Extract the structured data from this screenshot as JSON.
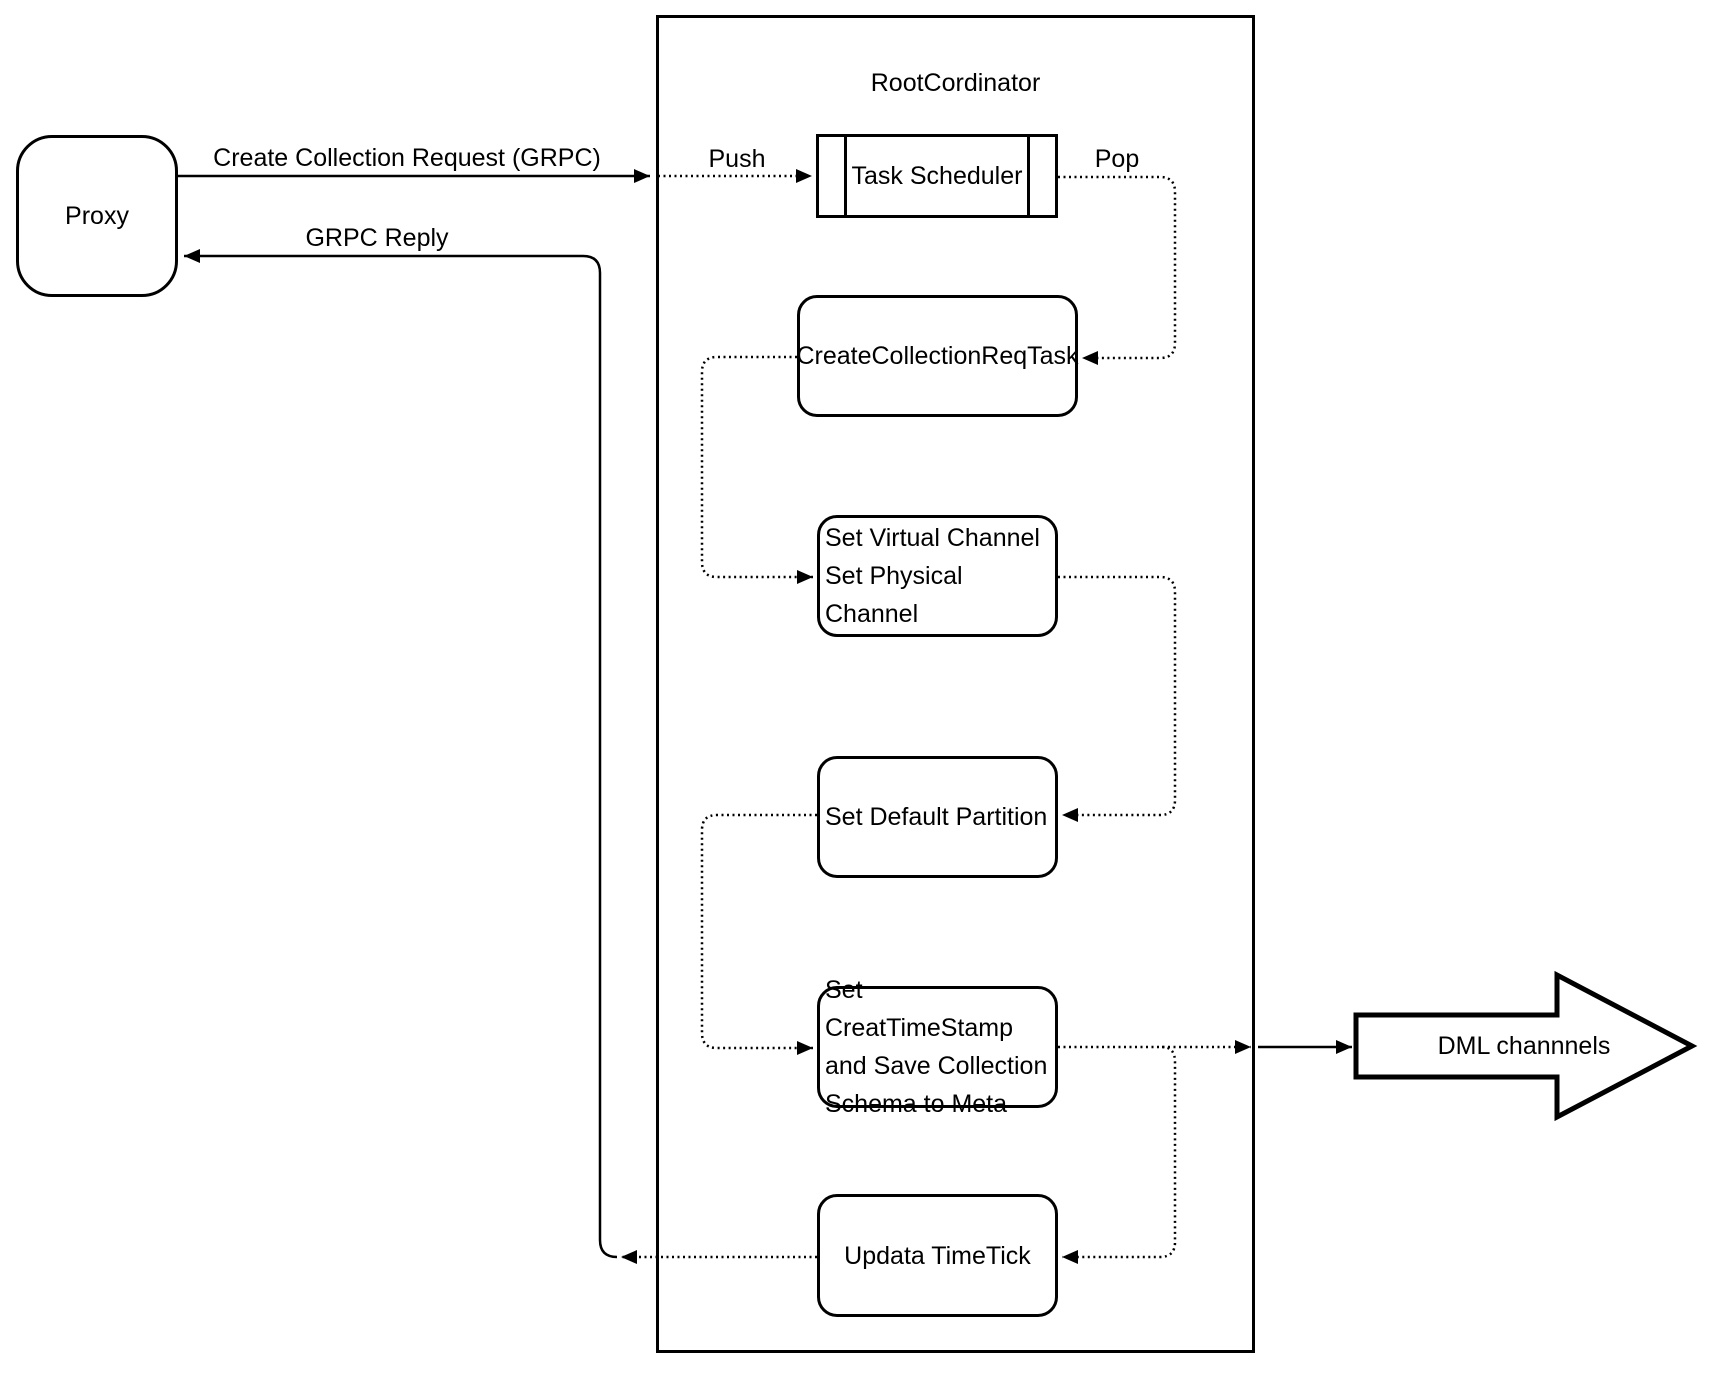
{
  "diagram": {
    "colors": {
      "stroke": "#000000",
      "background": "#ffffff"
    },
    "container": {
      "title": "RootCordinator"
    },
    "nodes": {
      "proxy": {
        "label": "Proxy"
      },
      "task_scheduler": {
        "label": "Task Scheduler"
      },
      "create_collection_req_task": {
        "label": "CreateCollectionReqTask"
      },
      "set_channels": {
        "lines": [
          "Set Virtual Channel",
          "Set Physical Channel"
        ]
      },
      "set_default_partition": {
        "label": "Set Default Partition"
      },
      "set_timestamp": {
        "lines": [
          "Set CreatTimeStamp",
          "and Save Collection",
          "Schema to Meta"
        ]
      },
      "update_timetick": {
        "label": "Updata TimeTick"
      },
      "dml_channels": {
        "label": "DML channnels"
      }
    },
    "edges": {
      "create_collection_request": {
        "label": "Create Collection Request (GRPC)"
      },
      "grpc_reply": {
        "label": "GRPC Reply"
      },
      "push": {
        "label": "Push"
      },
      "pop": {
        "label": "Pop"
      }
    }
  }
}
